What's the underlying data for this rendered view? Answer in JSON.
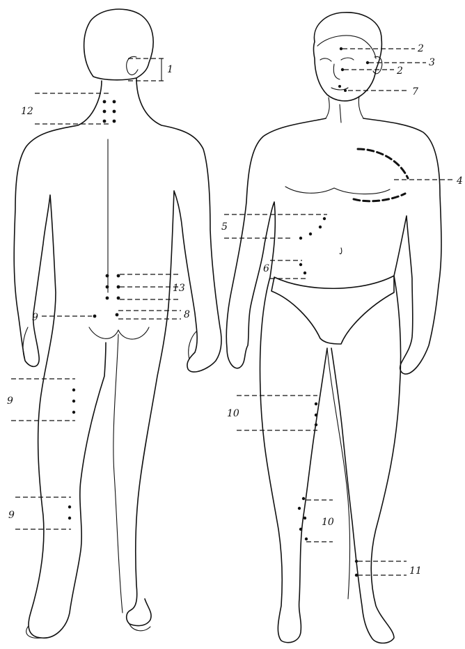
{
  "labels": {
    "back_ear": "1",
    "back_neck": "12",
    "back_lower_back": "13",
    "back_sacrum": "8",
    "back_buttock": "9",
    "back_thigh": "9",
    "back_calf": "9",
    "front_temple": "2",
    "front_ear": "3",
    "front_cheek": "2",
    "front_jaw": "7",
    "front_breast": "4",
    "front_flank": "5",
    "front_abdomen": "6",
    "front_thigh": "10",
    "front_knee": "10",
    "front_shin": "11"
  }
}
